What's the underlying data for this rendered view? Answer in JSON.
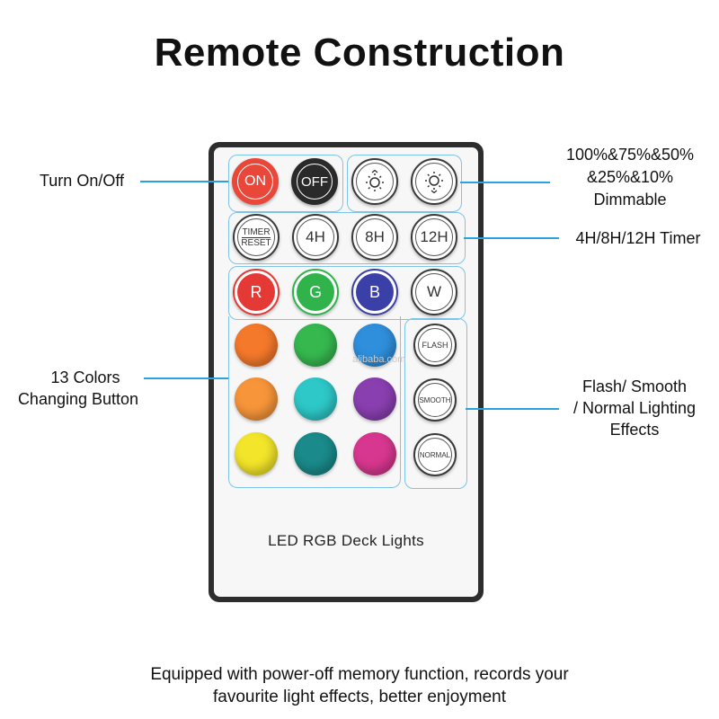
{
  "title": "Remote Construction",
  "brand_label": "LED RGB Deck Lights",
  "watermark": "alibaba.com",
  "callouts": {
    "on_off": "Turn On/Off",
    "dimmable_1": "100%&75%&50%",
    "dimmable_2": "&25%&10%",
    "dimmable_3": "Dimmable",
    "timer": "4H/8H/12H Timer",
    "colors_1": "13 Colors",
    "colors_2": "Changing Button",
    "effects_1": "Flash/ Smooth",
    "effects_2": "/ Normal Lighting",
    "effects_3": "Effects"
  },
  "buttons": {
    "on": "ON",
    "off": "OFF",
    "timer_reset_top": "TIMER",
    "timer_reset_bottom": "RESET",
    "h4": "4H",
    "h8": "8H",
    "h12": "12H",
    "r": "R",
    "g": "G",
    "b": "B",
    "w": "W",
    "flash": "FLASH",
    "smooth": "SMOOTH",
    "normal": "NORMAL"
  },
  "colors": {
    "accent_line": "#29a3df",
    "group_border": "#7ec3e8",
    "on_red": "#e8473a",
    "off_black": "#2a2a2a",
    "r": "#e53935",
    "g": "#2fb34a",
    "b": "#3b3fa8",
    "swatches": [
      "#f5792a",
      "#36b84f",
      "#2f8fdc",
      "#f7953a",
      "#2ec8c8",
      "#8a3fb0",
      "#f3e52a",
      "#1a8a8a",
      "#d8378f"
    ]
  },
  "footer_line1": "Equipped with power-off memory function, records your",
  "footer_line2": "favourite light effects, better enjoyment"
}
